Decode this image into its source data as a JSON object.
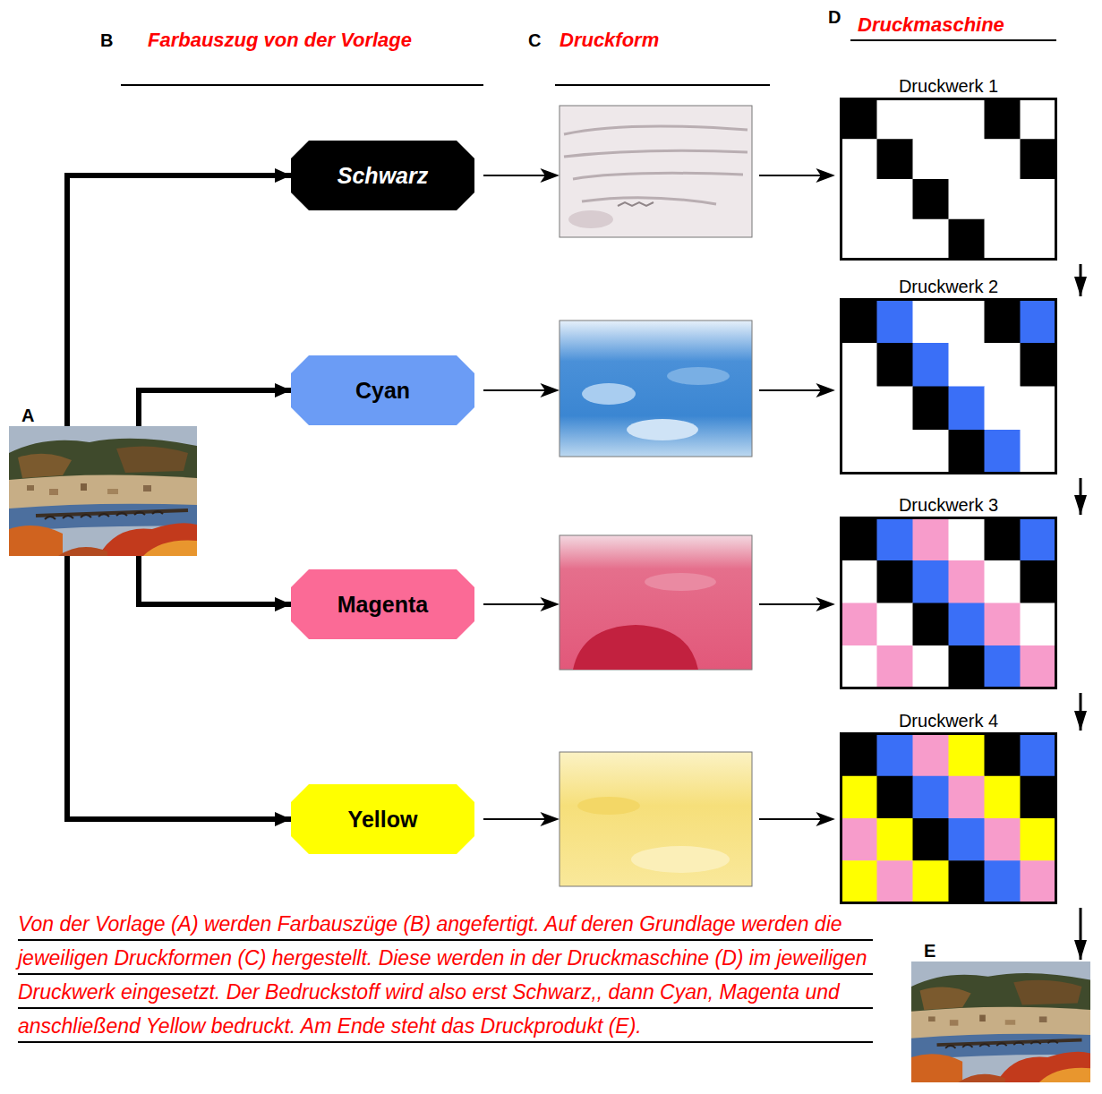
{
  "diagram": {
    "caption": "Von der Vorlage (A) werden Farbauszüge (B) angefertigt. Auf deren Grundlage werden die jeweiligen Druckformen (C) hergestellt. Diese werden in der Druckmaschine (D) im jeweiligen Druckwerk eingesetzt. Der Bedruckstoff wird also erst Schwarz,, dann Cyan, Magenta und anschließend Yellow bedruckt. Am Ende steht das Druckprodukt (E).",
    "nodes": [
      {
        "text": [
          "A"
        ]
      },
      {
        "text": [
          "Schwarz"
        ]
      },
      {
        "text": [
          "Cyan"
        ]
      },
      {
        "text": [
          "Magenta"
        ]
      },
      {
        "text": [
          "Yellow"
        ]
      },
      {
        "text": [
          "Druckwerk 1"
        ]
      },
      {
        "text": [
          "Druckwerk 2"
        ]
      },
      {
        "text": [
          "Druckwerk 3"
        ]
      },
      {
        "text": [
          "Druckwerk 4"
        ]
      },
      {
        "text": [
          "E"
        ]
      }
    ],
    "edges": [
      {
        "from": 0,
        "to": 1,
        "arrow": "to"
      },
      {
        "from": 0,
        "to": 2,
        "arrow": "to"
      },
      {
        "from": 0,
        "to": 3,
        "arrow": "to"
      },
      {
        "from": 0,
        "to": 4,
        "arrow": "to"
      },
      {
        "from": 5,
        "to": 6,
        "arrow": "to"
      },
      {
        "from": 6,
        "to": 7,
        "arrow": "to"
      },
      {
        "from": 7,
        "to": 8,
        "arrow": "to"
      },
      {
        "from": 8,
        "to": 9,
        "arrow": "to"
      }
    ],
    "labels": [
      "B",
      "Farbauszug von der Vorlage",
      "C",
      "Druckform",
      "D",
      "Druckmaschine"
    ]
  }
}
